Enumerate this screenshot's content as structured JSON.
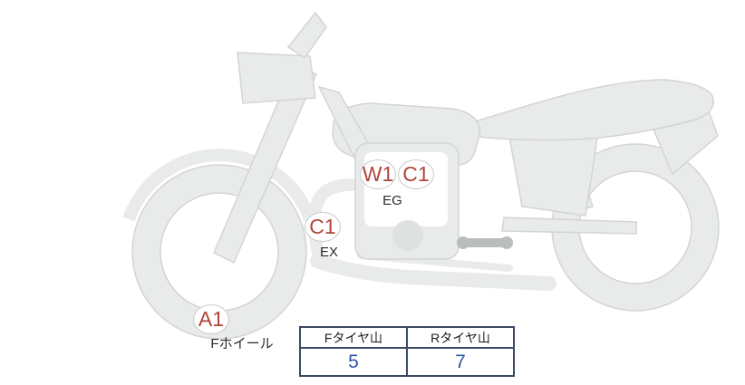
{
  "diagram": {
    "title": "motorcycle-condition-diagram",
    "badges": [
      {
        "id": "w1",
        "code": "W1"
      },
      {
        "id": "c1-engine",
        "code": "C1"
      },
      {
        "id": "c1-exhaust",
        "code": "C1"
      },
      {
        "id": "a1",
        "code": "A1"
      }
    ],
    "part_labels": [
      {
        "id": "engine",
        "text": "EG"
      },
      {
        "id": "exhaust",
        "text": "EX"
      },
      {
        "id": "front-wheel",
        "text": "Fホイール"
      }
    ]
  },
  "tire_table": {
    "headers": [
      "Fタイヤ山",
      "Rタイヤ山"
    ],
    "values": [
      "5",
      "7"
    ]
  },
  "colors": {
    "marker_text": "#b0463c",
    "tire_value_text": "#2c58a7",
    "table_border": "#3c4963",
    "bike_fill": "#e9eaea",
    "bike_outline": "#d3d5d5"
  }
}
